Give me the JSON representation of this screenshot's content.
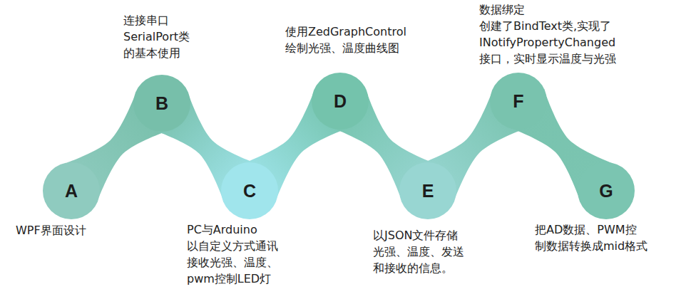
{
  "diagram": {
    "nodes": [
      {
        "text": [
          "A",
          "WPF界面设计"
        ]
      },
      {
        "text": [
          "B",
          "连接串口 SerialPort类 的基本使用"
        ]
      },
      {
        "text": [
          "C",
          "PC与Arduino 以自定义方式通讯 接收光强、温度、 pwm控制LED灯"
        ]
      },
      {
        "text": [
          "D",
          "使用ZedGraphControl 绘制光强、温度曲线图"
        ]
      },
      {
        "text": [
          "E",
          "以JSON文件存储 光强、温度、发送 和接收的信息。"
        ]
      },
      {
        "text": [
          "F",
          "数据绑定 创建了BindText类,实现了 INotifyPropertyChanged 接口，实时显示温度与光强"
        ]
      },
      {
        "text": [
          "G",
          "把AD数据、PWM控 制数据转换成mid格式"
        ]
      }
    ],
    "edges": [
      {
        "from": 0,
        "to": 1,
        "arrow": "none"
      },
      {
        "from": 1,
        "to": 2,
        "arrow": "none"
      },
      {
        "from": 2,
        "to": 3,
        "arrow": "none"
      },
      {
        "from": 3,
        "to": 4,
        "arrow": "none"
      },
      {
        "from": 4,
        "to": 5,
        "arrow": "none"
      },
      {
        "from": 5,
        "to": 6,
        "arrow": "none"
      }
    ]
  }
}
